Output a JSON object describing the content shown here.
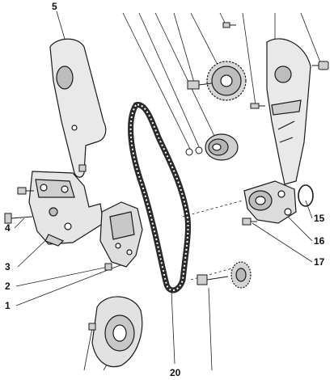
{
  "callouts": {
    "c1": "1",
    "c2": "2",
    "c3": "3",
    "c4": "4",
    "c5": "5",
    "c15": "15",
    "c16": "16",
    "c17": "17",
    "c20": "20"
  },
  "colors": {
    "line": "#1a1a1a",
    "part_fill": "#e9e9e9",
    "part_shade": "#bdbdbd",
    "belt": "#2a2a2a"
  }
}
